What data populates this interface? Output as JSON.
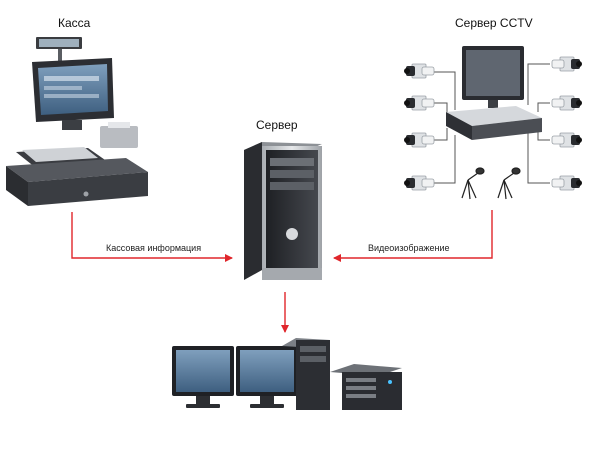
{
  "nodes": {
    "kassa": {
      "title": "Касса"
    },
    "cctv": {
      "title": "Сервер CCTV"
    },
    "server": {
      "title": "Сервер"
    },
    "workstation": {
      "title": ""
    }
  },
  "edges": [
    {
      "from": "kassa",
      "to": "server",
      "label": "Кассовая информация"
    },
    {
      "from": "cctv",
      "to": "server",
      "label": "Видеоизображение"
    },
    {
      "from": "server",
      "to": "workstation",
      "label": ""
    }
  ],
  "colors": {
    "arrow": "#e0262b",
    "device_body": "#2b2d31",
    "device_silver": "#c9ccd0",
    "screen": "#5b7da0",
    "camera": "#eceef0"
  },
  "icons": [
    "pos-terminal-icon",
    "cctv-camera-icon",
    "monitor-icon",
    "dvr-icon",
    "microphone-icon",
    "tower-pc-icon",
    "workstation-icon"
  ]
}
